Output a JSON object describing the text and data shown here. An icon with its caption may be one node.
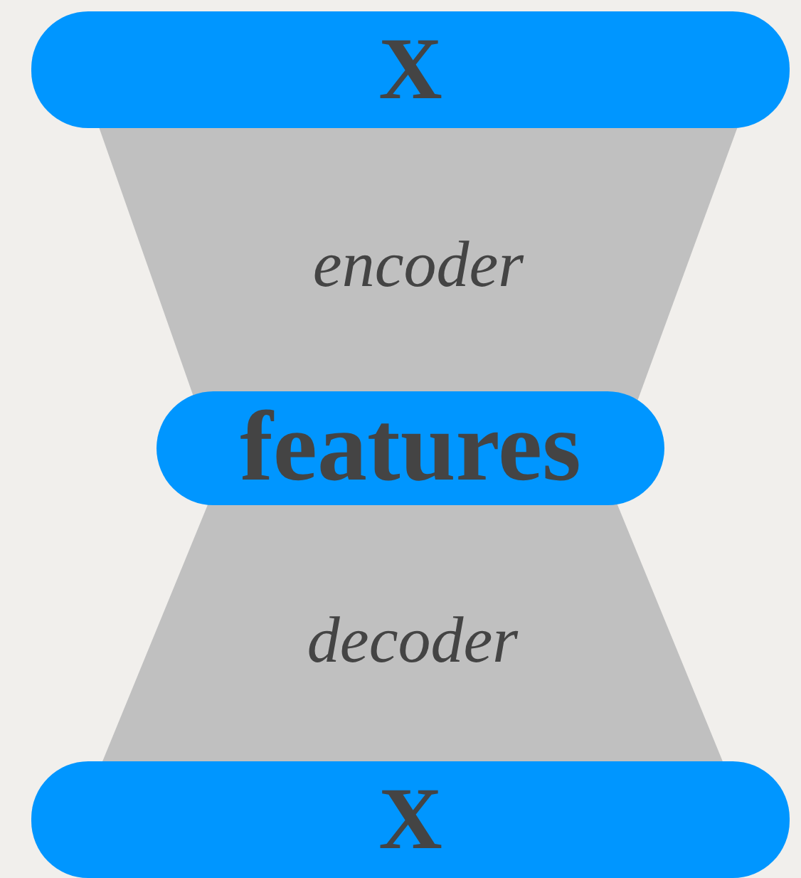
{
  "diagram": {
    "nodes": [
      {
        "text": [
          "X"
        ]
      },
      {
        "text": [
          "encoder"
        ]
      },
      {
        "text": [
          "features"
        ]
      },
      {
        "text": [
          "decoder"
        ]
      },
      {
        "text": [
          "X"
        ]
      }
    ]
  }
}
